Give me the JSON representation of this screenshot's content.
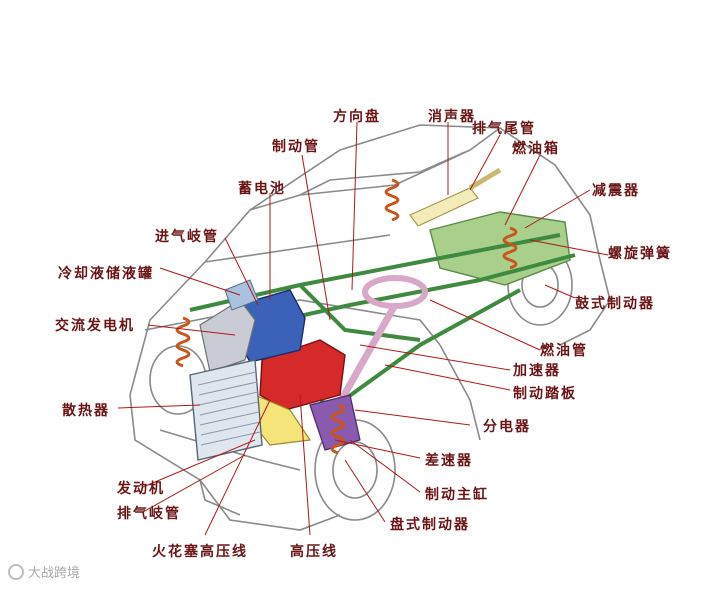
{
  "diagram": {
    "labels": {
      "steering_wheel": "方向盘",
      "muffler": "消声器",
      "tailpipe": "排气尾管",
      "fuel_tank": "燃油箱",
      "brake_pipe": "制动管",
      "shock_absorber": "减震器",
      "battery": "蓄电池",
      "intake_manifold": "进气岐管",
      "coil_spring": "螺旋弹簧",
      "coolant_reservoir": "冷却液储液罐",
      "drum_brake": "鼓式制动器",
      "alternator": "交流发电机",
      "fuel_line": "燃油管",
      "accelerator": "加速器",
      "brake_pedal": "制动踏板",
      "radiator": "散热器",
      "distributor": "分电器",
      "differential": "差速器",
      "engine": "发动机",
      "master_cylinder": "制动主缸",
      "exhaust_manifold": "排气岐管",
      "disc_brake": "盘式制动器",
      "spark_plug_wire": "火花塞高压线",
      "ht_lead": "高压线"
    }
  },
  "watermark": {
    "text": "大战跨境"
  },
  "colors": {
    "label": "#6a1414",
    "leader": "#b01818",
    "outline": "#8a8a8a",
    "chassis": "#3e8a3e",
    "engine": "#d42a2a",
    "battery": "#3a62b8",
    "spring": "#c8561a",
    "fuel_tank": "#a8d08a",
    "steering": "#d9a8c8"
  }
}
